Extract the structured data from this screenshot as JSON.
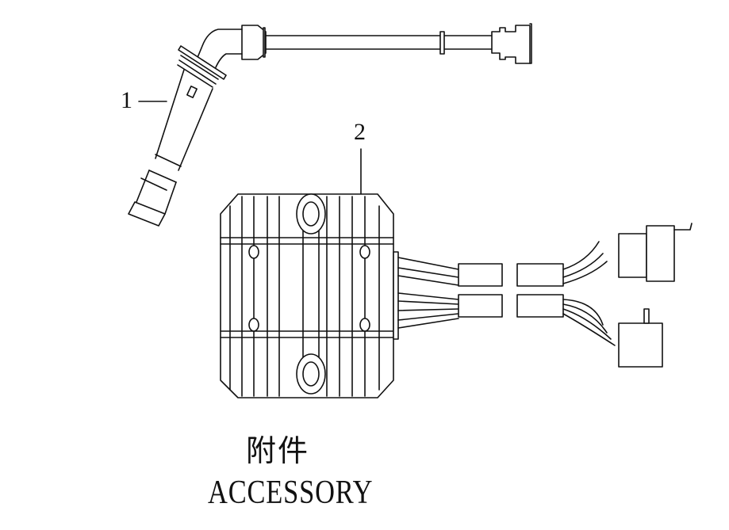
{
  "diagram": {
    "title_cn": "附件",
    "title_en": "ACCESSORY",
    "parts": [
      {
        "callout": "1",
        "name": "spark-plug-cap-cable"
      },
      {
        "callout": "2",
        "name": "voltage-regulator-rectifier"
      }
    ],
    "line_color": "#111111",
    "background": "#ffffff"
  }
}
